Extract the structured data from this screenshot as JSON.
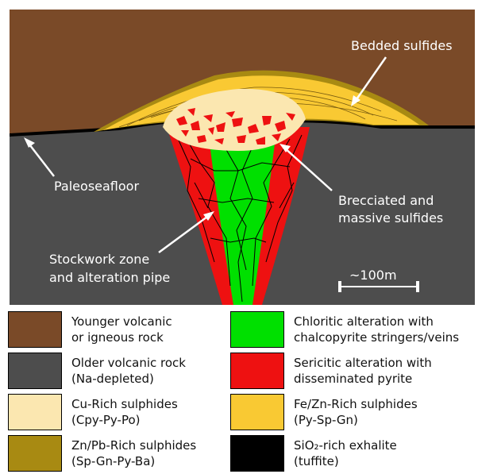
{
  "labels": {
    "bedded_sulfides": "Bedded sulfides",
    "paleoseafloor": "Paleoseafloor",
    "brecciated_line1": "Brecciated and",
    "brecciated_line2": "massive sulfides",
    "stockwork_line1": "Stockwork zone",
    "stockwork_line2": "and alteration pipe",
    "scale": "~100m"
  },
  "legend": [
    {
      "key": "younger",
      "line1": "Younger volcanic",
      "line2": "or igneous rock",
      "color": "#7a4a28"
    },
    {
      "key": "chloritic",
      "line1": "Chloritic alteration with",
      "line2": "chalcopyrite stringers/veins",
      "color": "#00e000"
    },
    {
      "key": "older",
      "line1": "Older volcanic rock",
      "line2": "(Na-depleted)",
      "color": "#4d4d4d"
    },
    {
      "key": "sericitic",
      "line1": "Sericitic alteration with",
      "line2": "disseminated pyrite",
      "color": "#ee1111"
    },
    {
      "key": "cu_rich",
      "line1": "Cu-Rich sulphides",
      "line2": "(Cpy-Py-Po)",
      "color": "#fbe7b0"
    },
    {
      "key": "fe_zn_rich",
      "line1": "Fe/Zn-Rich sulphides",
      "line2": "(Py-Sp-Gn)",
      "color": "#f9c933"
    },
    {
      "key": "zn_pb_rich",
      "line1": "Zn/Pb-Rich sulphides",
      "line2": "(Sp-Gn-Py-Ba)",
      "color": "#a88a12"
    },
    {
      "key": "sio2",
      "line1": "SiO₂-rich exhalite",
      "line2": "(tuffite)",
      "color": "#000000"
    }
  ]
}
